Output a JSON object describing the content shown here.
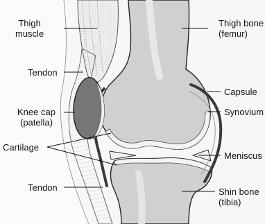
{
  "labels": {
    "thigh_muscle": {
      "line1": "Thigh",
      "line2": "muscle"
    },
    "thigh_bone": {
      "line1": "Thigh bone",
      "line2": "(femur)"
    },
    "tendon_upper": "Tendon",
    "capsule": "Capsule",
    "knee_cap": {
      "line1": "Knee cap",
      "line2": "(patella)"
    },
    "synovium": "Synovium",
    "cartilage": "Cartilage",
    "meniscus": "Meniscus",
    "tendon_lower": "Tendon",
    "shin_bone": {
      "line1": "Shin bone",
      "line2": "(tibia)"
    }
  },
  "colors": {
    "background": "#ffffff",
    "bone": "#d0d0d0",
    "bone_highlight": "#e4e4e4",
    "cartilage": "#f3f3f3",
    "patella": "#767676",
    "capsule": "#4a4a4a",
    "muscle": "#f2f2f2",
    "outline": "#222222"
  }
}
